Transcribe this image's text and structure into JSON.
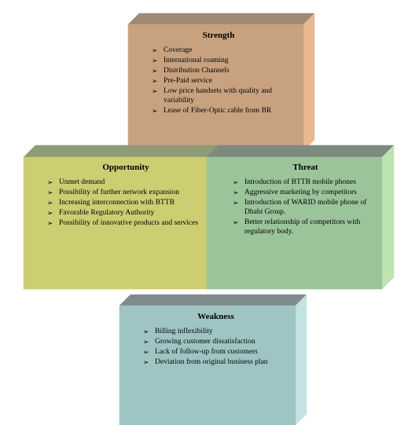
{
  "strength": {
    "title": "Strength",
    "items": [
      "Coverage",
      "International roaming",
      "Distribution Channels",
      "Pre-Paid service",
      "Low price handsets with quality and variability",
      "Lease of Fiber-Optic cable from BR"
    ],
    "colors": {
      "front": "#c8a27f",
      "top": "#9c8b74",
      "side": "#e8b890"
    }
  },
  "opportunity": {
    "title": "Opportunity",
    "items": [
      "Unmet demand",
      "Possibility of further network expansion",
      "Increasing interconnection with BTTB",
      "Favorable Regulatory Authority",
      "Possibility of innovative products and services"
    ],
    "colors": {
      "front": "#cdcd72",
      "top": "#8f9a77",
      "side": "#e8e89a"
    }
  },
  "threat": {
    "title": "Threat",
    "items": [
      "Introduction of BTTB mobile phones",
      "Aggressive marketing by competitors",
      "Introduction of WARID mobile phone of Dhabi Group.",
      "Better relationship of competitors with regulatory body."
    ],
    "colors": {
      "front": "#9bc49b",
      "top": "#7c8a80",
      "side": "#bde3b0"
    }
  },
  "weakness": {
    "title": "Weakness",
    "items": [
      "Billing inflexibility",
      "Growing customer dissatisfaction",
      "Lack of follow-up from customers",
      "Deviation from original business plan"
    ],
    "colors": {
      "front": "#9fc4c4",
      "top": "#808c8c",
      "side": "#c5e2e2"
    }
  }
}
